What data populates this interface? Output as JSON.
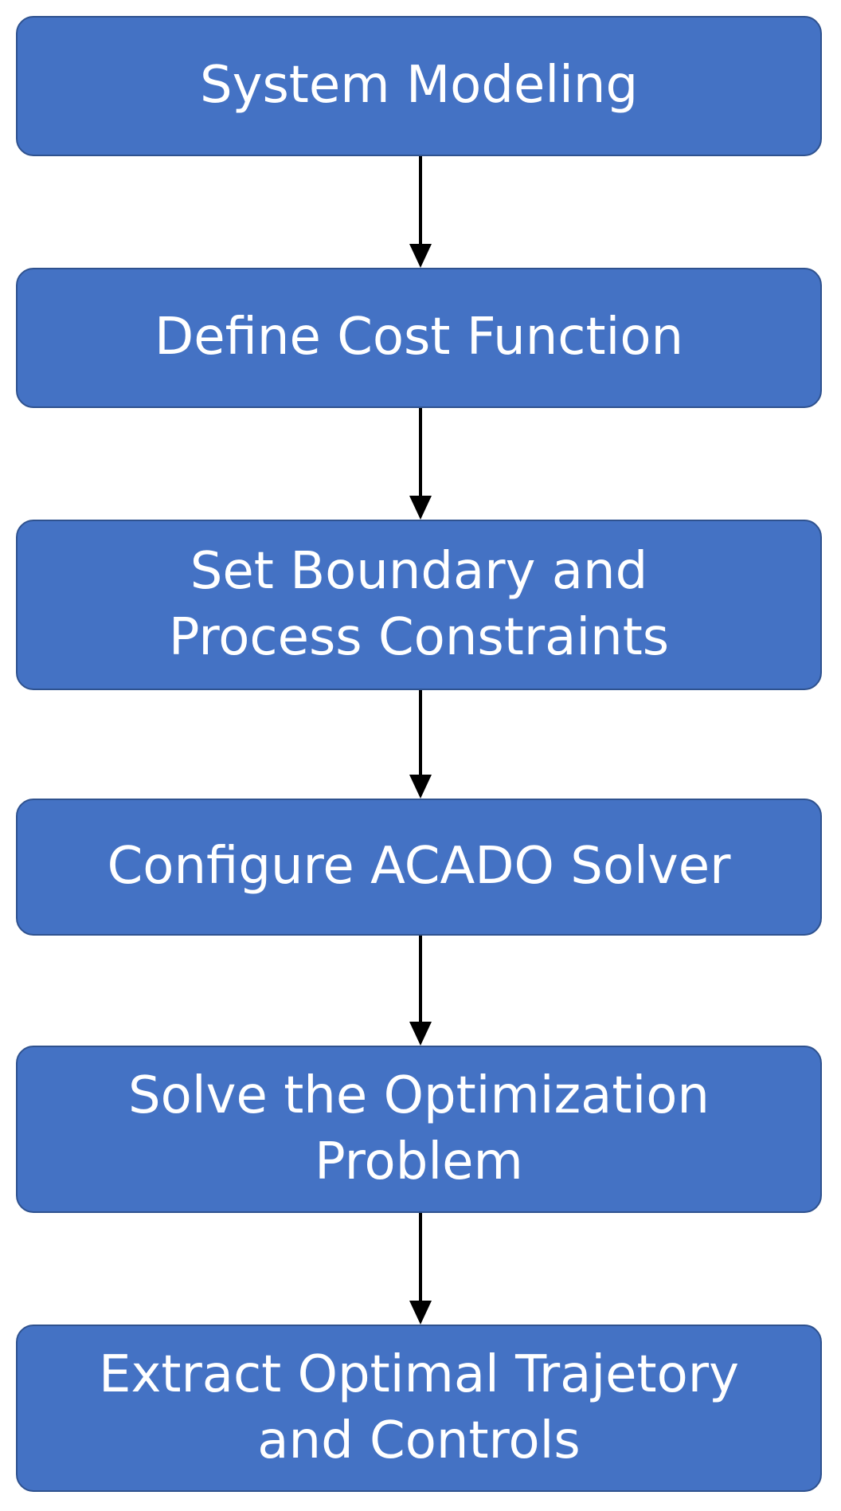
{
  "flowchart": {
    "steps": [
      {
        "label": "System Modeling"
      },
      {
        "label": "Define Cost Function"
      },
      {
        "label": "Set Boundary and\nProcess Constraints"
      },
      {
        "label": "Configure ACADO Solver"
      },
      {
        "label": "Solve the Optimization\nProblem"
      },
      {
        "label": "Extract Optimal Trajetory\nand Controls"
      }
    ]
  },
  "colors": {
    "box_fill": "#4472c4",
    "box_border": "#2f528f",
    "text": "#ffffff",
    "arrow": "#000000"
  }
}
